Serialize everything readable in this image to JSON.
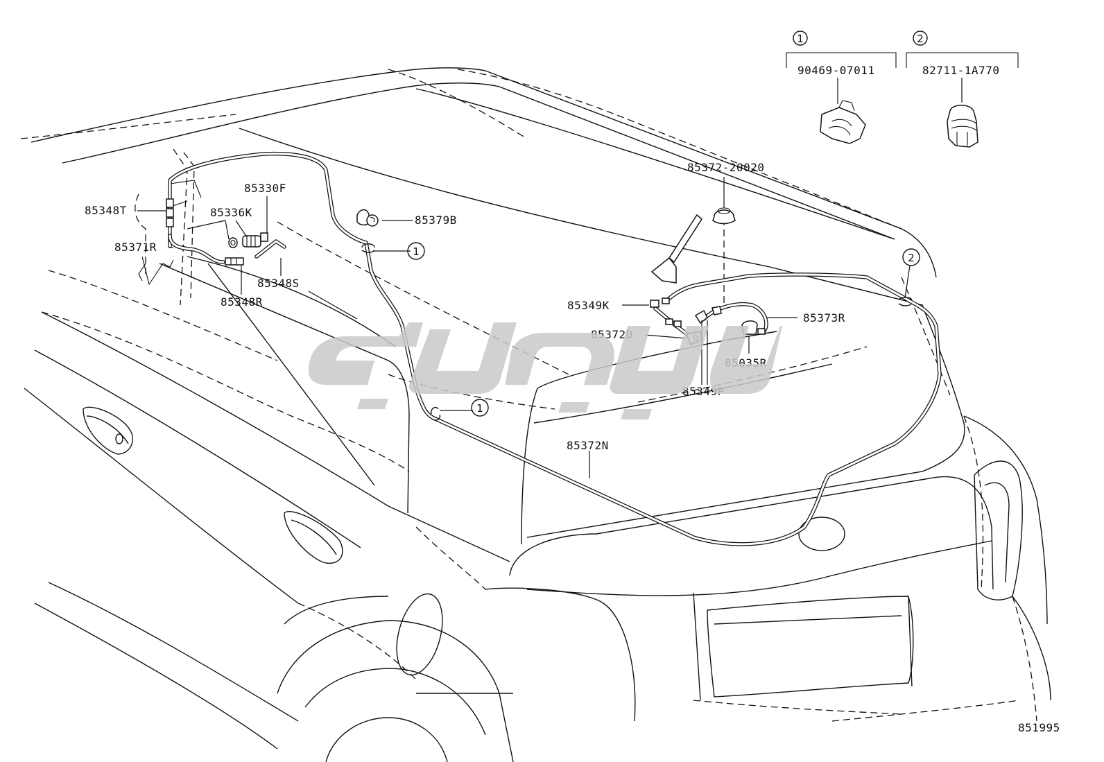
{
  "diagram": {
    "figure_number": "851995",
    "parts": [
      {
        "id": "85330F"
      },
      {
        "id": "85348T"
      },
      {
        "id": "85336K"
      },
      {
        "id": "85371R"
      },
      {
        "id": "85348S"
      },
      {
        "id": "85348R"
      },
      {
        "id": "85379B"
      },
      {
        "id": "85372-20020"
      },
      {
        "id": "85349K"
      },
      {
        "id": "85372D"
      },
      {
        "id": "85373R"
      },
      {
        "id": "85035R"
      },
      {
        "id": "85349P"
      },
      {
        "id": "85372N"
      }
    ],
    "callouts": [
      {
        "marker": "1",
        "part_number": "90469-07011"
      },
      {
        "marker": "2",
        "part_number": "82711-1A770"
      }
    ]
  }
}
